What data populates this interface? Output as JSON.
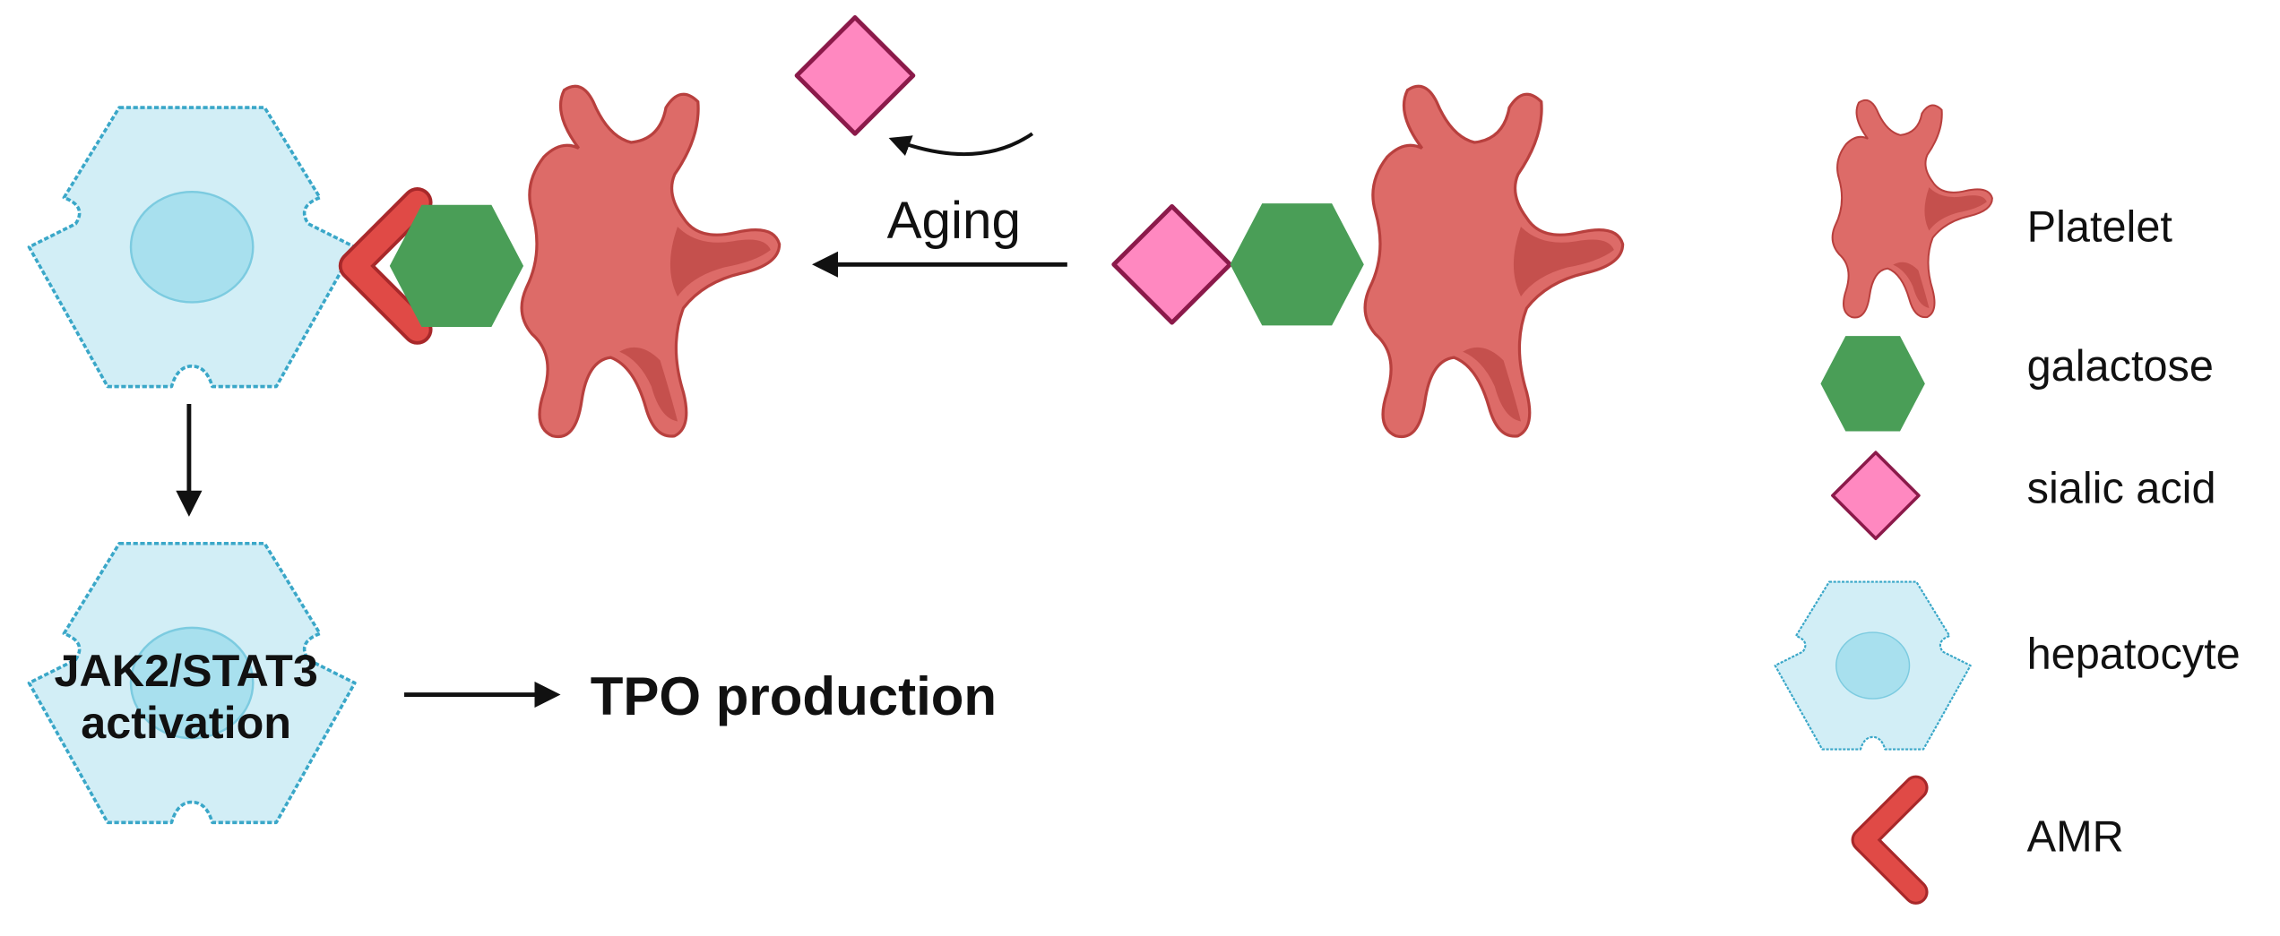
{
  "diagram": {
    "process_label": "Aging",
    "cell_text_line1": "JAK2/STAT3",
    "cell_text_line2": "activation",
    "outcome_label": "TPO production"
  },
  "legend": {
    "items": [
      {
        "icon": "platelet-icon",
        "label": "Platelet"
      },
      {
        "icon": "galactose-icon",
        "label": "galactose"
      },
      {
        "icon": "sialic-acid-icon",
        "label": "sialic acid"
      },
      {
        "icon": "hepatocyte-icon",
        "label": "hepatocyte"
      },
      {
        "icon": "amr-icon",
        "label": "AMR"
      }
    ]
  },
  "colors": {
    "platelet": "#dd6b68",
    "platelet_shade": "#c5504d",
    "platelet_outline": "#b8403e",
    "galactose": "#4a9e57",
    "sialic_acid": "#ff88c0",
    "sialic_acid_outline": "#8b1a4a",
    "hepatocyte": "#d2eef6",
    "hepatocyte_outline": "#3aa7c8",
    "nucleus": "#a8e0ee",
    "amr": "#e04a46",
    "amr_outline": "#a8282a",
    "arrow": "#111111"
  }
}
